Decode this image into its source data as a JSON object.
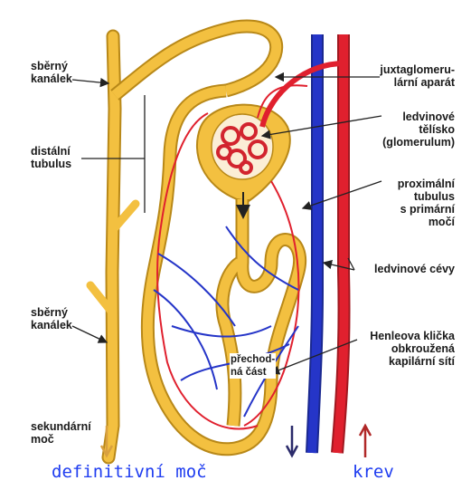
{
  "labels": {
    "collecting_duct_top": "sběrný\nkanálek",
    "distal_tubule": "distální\ntubulus",
    "collecting_duct_bottom": "sběrný\nkanálek",
    "secondary_urine": "sekundární\nmoč",
    "juxtaglomerular": "juxtaglomeru-\nlární aparát",
    "glomerulus": "ledvinové\ntělísko\n(glomerulum)",
    "proximal_tubule": "proximální\ntubulus\ns primární\nmočí",
    "renal_vessels": "ledvinové cévy",
    "henle_loop": "Henleova klička\nobkroužená\nkapilární sítí",
    "transition": "přechod-\nná část"
  },
  "captions": {
    "definitive_urine": "definitivní moč",
    "blood": "krev"
  },
  "colors": {
    "tubule": "#f3c040",
    "tubule_outline": "#b88818",
    "artery": "#e0202e",
    "vein": "#2535c8",
    "caption_text": "#1e3cf0",
    "urine_arrow": "#d8a040",
    "blood_up_arrow": "#b02828",
    "blood_down_arrow": "#2a2a6a"
  }
}
